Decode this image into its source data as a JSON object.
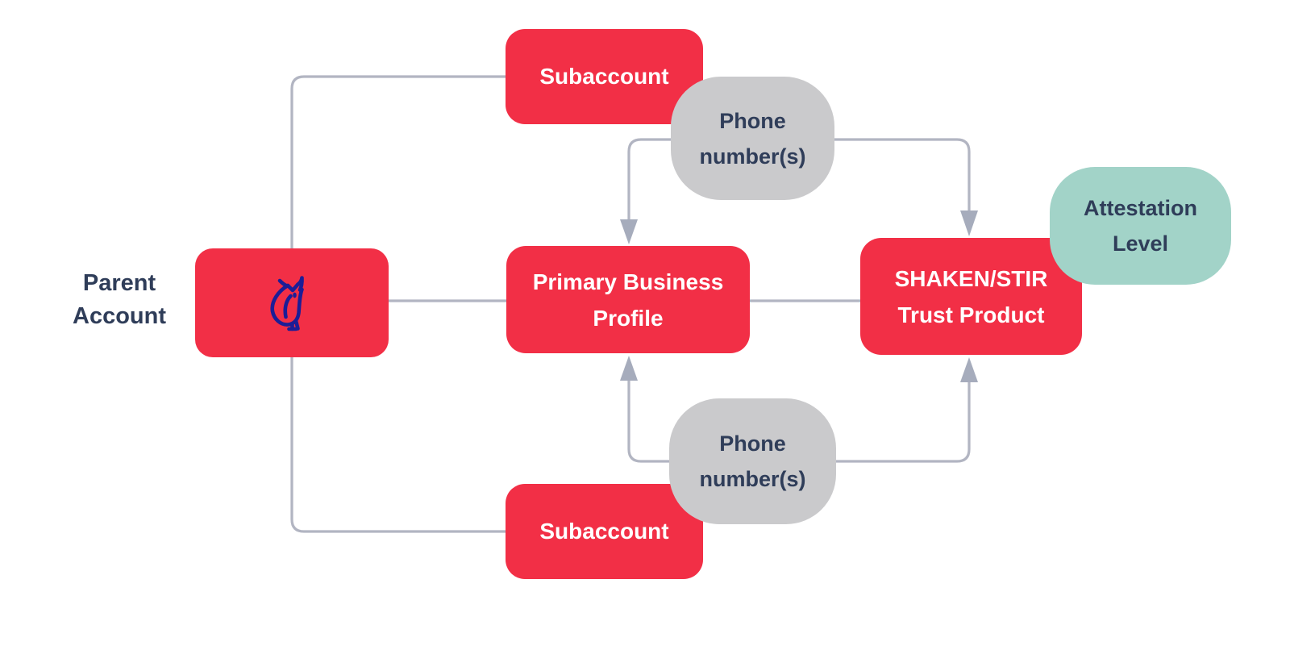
{
  "colors": {
    "background": "#FFFFFF",
    "node_red": "#F22F46",
    "bubble_gray": "#CACACC",
    "bubble_teal": "#A2D3C8",
    "text_on_red": "#FFFFFF",
    "text_navy": "#2F3D59",
    "connector_gray": "#B2B5C2",
    "arrow_gray": "#A6ACBC",
    "owl_navy": "#1C1D96"
  },
  "diagram": {
    "parent_label": {
      "lines": [
        "Parent",
        "Account"
      ]
    },
    "parent_box": {
      "icon": "owl-icon"
    },
    "subaccount_top": {
      "label": "Subaccount"
    },
    "subaccount_bottom": {
      "label": "Subaccount"
    },
    "primary_profile": {
      "lines": [
        "Primary Business",
        "Profile"
      ]
    },
    "trust_product": {
      "lines": [
        "SHAKEN/STIR",
        "Trust Product"
      ]
    },
    "phone_top": {
      "lines": [
        "Phone",
        "number(s)"
      ]
    },
    "phone_bottom": {
      "lines": [
        "Phone",
        "number(s)"
      ]
    },
    "attestation": {
      "lines": [
        "Attestation",
        "Level"
      ]
    },
    "edges": [
      {
        "from": "parent-account",
        "to": "subaccount-top",
        "arrow": false
      },
      {
        "from": "parent-account",
        "to": "subaccount-bottom",
        "arrow": false
      },
      {
        "from": "parent-account",
        "to": "primary-business-profile",
        "arrow": false
      },
      {
        "from": "primary-business-profile",
        "to": "shaken-stir-trust-product",
        "arrow": false
      },
      {
        "from": "phone-numbers-top",
        "to": "primary-business-profile",
        "arrow": true
      },
      {
        "from": "phone-numbers-top",
        "to": "shaken-stir-trust-product",
        "arrow": true
      },
      {
        "from": "phone-numbers-bottom",
        "to": "primary-business-profile",
        "arrow": true
      },
      {
        "from": "phone-numbers-bottom",
        "to": "shaken-stir-trust-product",
        "arrow": true
      }
    ]
  }
}
